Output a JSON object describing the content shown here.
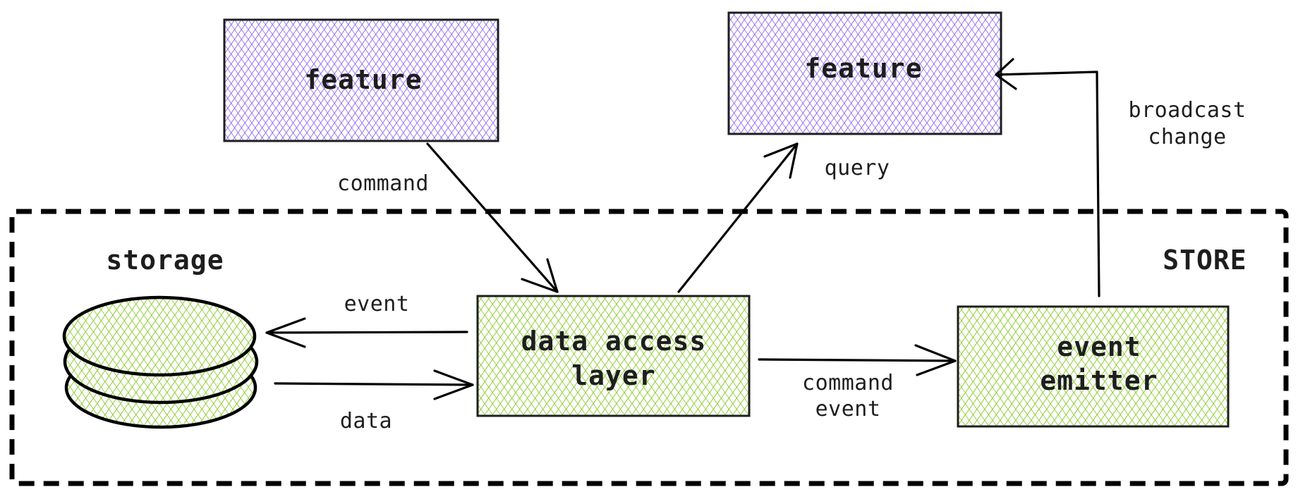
{
  "colors": {
    "feature": "#7950f2",
    "component": "#82c91e",
    "stroke": "#1e1e1e",
    "text": "#1e1e1e"
  },
  "nodes": {
    "feature_left": {
      "label": "feature"
    },
    "feature_right": {
      "label": "feature"
    },
    "data_access_layer": {
      "line1": "data access",
      "line2": "layer"
    },
    "event_emitter": {
      "line1": "event",
      "line2": "emitter"
    },
    "storage": {
      "label": "storage"
    }
  },
  "container": {
    "label": "STORE"
  },
  "edges": {
    "command": {
      "label": "command"
    },
    "query": {
      "label": "query"
    },
    "broadcast_change": {
      "line1": "broadcast",
      "line2": "change"
    },
    "event": {
      "label": "event"
    },
    "data": {
      "label": "data"
    },
    "command_event": {
      "line1": "command",
      "line2": "event"
    }
  }
}
